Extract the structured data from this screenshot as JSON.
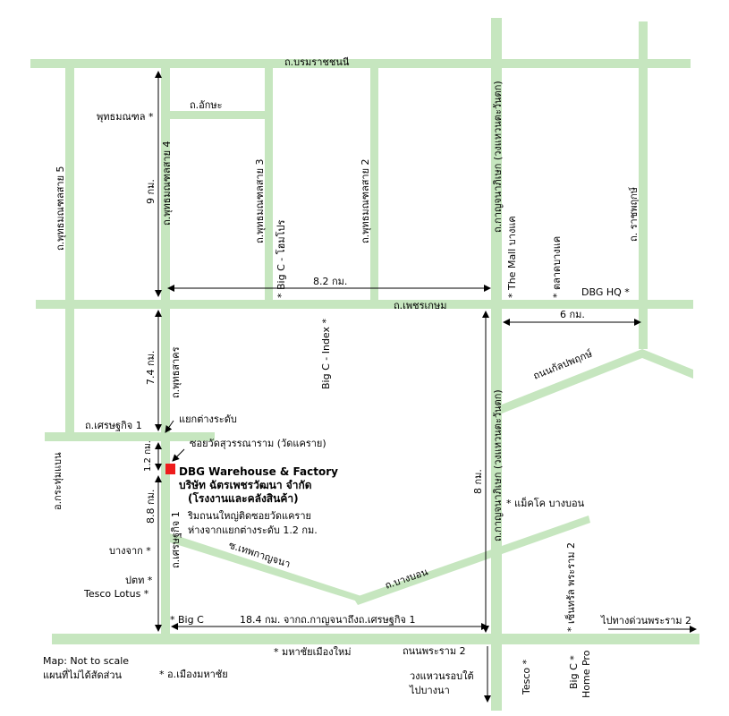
{
  "colors": {
    "road": "#c6e6bf",
    "marker": "#ee1c1c",
    "text": "#000000"
  },
  "roads": {
    "borommaratchachonnani": "ถ.บรมราชชนนี",
    "aksa": "ถ.อักษะ",
    "phetkasem": "ถ.เพชรเกษม",
    "phutthamonthon5": "ถ.พุทธมณฑลสาย 5",
    "phutthamonthon4": "ถ.พุทธมณฑลสาย 4",
    "phutthamonthon3": "ถ.พุทธมณฑลสาย 3",
    "phutthamonthon2": "ถ.พุทธมณฑลสาย 2",
    "kanchanaphisek_north": "ถ.กาญจนาภิเษก (วงแหวนตะวันตก)",
    "kanchanaphisek_south": "ถ.กาญจนาภิเษก (วงแหวนตะวันตก)",
    "ratchaphruek": "ถ. ราชพฤกษ์",
    "kalapaphruek": "ถนนกัลปพฤกษ์",
    "phutthasakhon": "ถ.พุทธสาคร",
    "setthakit1_top": "ถ.เศรษฐกิจ 1",
    "setthakit1_vert": "ถ.เศรษฐกิจ 1",
    "krathumbaen": "อ.กระทุ่มแบน",
    "theppkanchana": "ซ.เทพกาญจนา",
    "bangbon": "ถ.บางบอน",
    "rama2": "ถนนพระราม 2",
    "ring_south": "วงแหวนรอบใต้",
    "to_bangna": "ไปบางนา",
    "expressway": "ไปทางด่วนพระราม 2"
  },
  "distances": {
    "d9": "9 กม.",
    "d82": "8.2 กม.",
    "d6": "6 กม.",
    "d74": "7.4 กม.",
    "d12": "1.2 กม.",
    "d88": "8.8 กม.",
    "d8": "8 กม.",
    "d184": "18.4 กม. จากถ.กาญจนาถึงถ.เศรษฐกิจ 1"
  },
  "landmarks": {
    "phutthamonthon": "พุทธมณฑล *",
    "bigc_homepro": "* Big C - โฮมโปร",
    "bigc_index": "Big C - Index *",
    "themall": "* The Mall บางแค",
    "talat": "* ตลาดบางแค",
    "dbghq": "DBG HQ *",
    "interchange": "แยกต่างระดับ",
    "soi_wat": "ซอยวัดสุวรรณาราม (วัดแคราย)",
    "makro": "* แม็คโค บางบอน",
    "bangchak": "บางจาก *",
    "ptt": "ปตท *",
    "tesco_lotus": "Tesco Lotus *",
    "bigc": "* Big C",
    "mahachai_new": "* มหาชัยเมืองใหม่",
    "tesco": "Tesco *",
    "central": "* เซ็นทรัล พระราม 2",
    "bigc_homepro2_a": "Big C *",
    "bigc_homepro2_b": "Home Pro",
    "amphoe": "* อ.เมืองมหาชัย"
  },
  "warehouse": {
    "title": "DBG Warehouse & Factory",
    "line1": "บริษัท ฉัตรเพชรวัฒนา จำกัด",
    "line2": "(โรงงานและคลังสินค้า)",
    "line3": "ริมถนนใหญ่ติดซอยวัดแคราย",
    "line4": "ห่างจากแยกต่างระดับ 1.2 กม."
  },
  "note": {
    "line1": "Map: Not to scale",
    "line2": "แผนที่ไม่ได้สัดส่วน"
  }
}
